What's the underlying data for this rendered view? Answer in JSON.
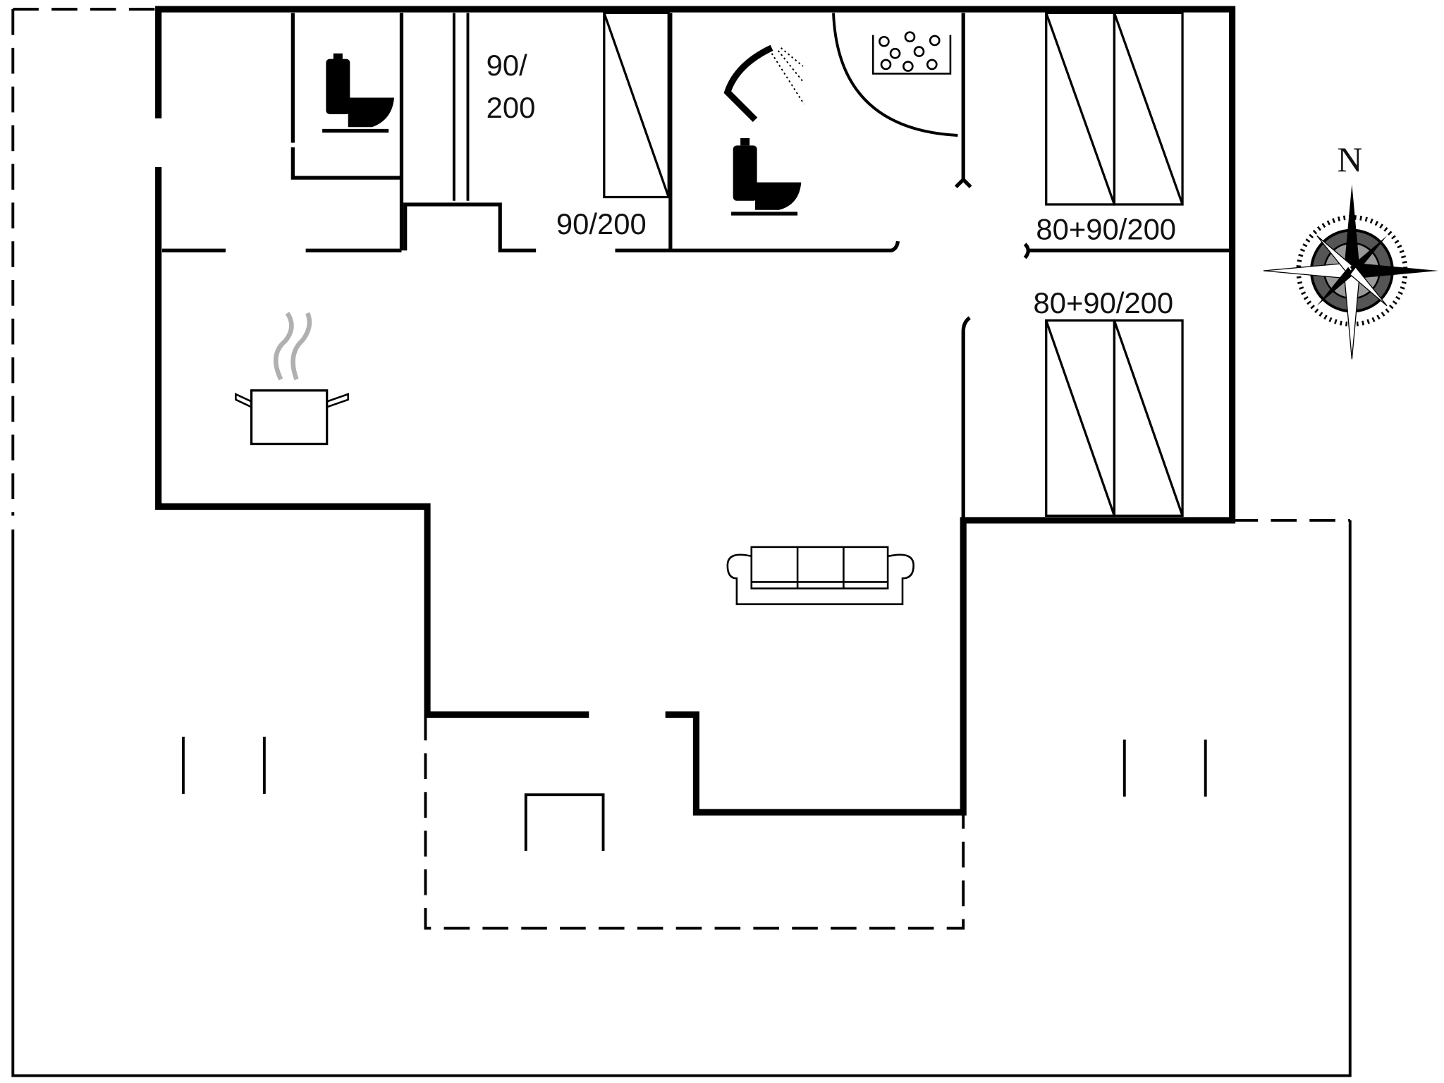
{
  "labels": {
    "bed1_line1": "90/",
    "bed1_line2": "200",
    "bed2": "90/200",
    "bed3": "80+90/200",
    "bed4": "80+90/200",
    "north": "N"
  },
  "icons": [
    "toilet-icon",
    "toilet-icon",
    "shower-icon",
    "bathtub-icon",
    "cooking-pot-icon",
    "sofa-icon",
    "compass-rose-icon"
  ],
  "colors": {
    "wall": "#000000",
    "steam": "#b0b0b0"
  }
}
